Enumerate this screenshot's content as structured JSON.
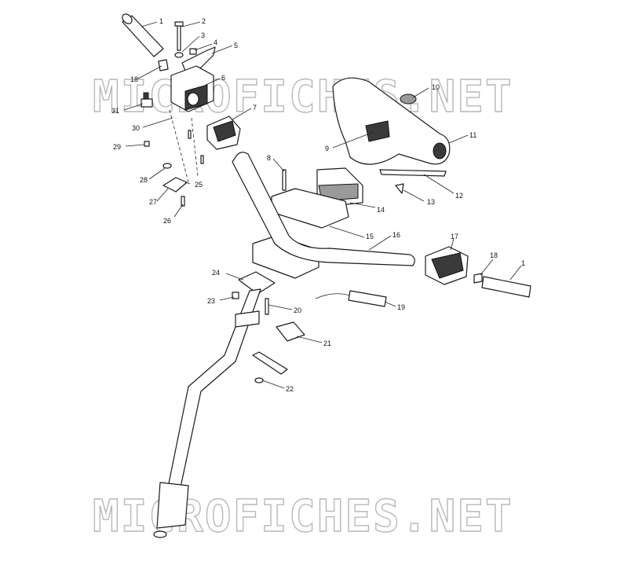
{
  "watermark": {
    "text": "MICROFICHES.NET"
  },
  "callouts": {
    "c1_top": "1",
    "c2": "2",
    "c3": "3",
    "c4": "4",
    "c5": "5",
    "c6": "6",
    "c7": "7",
    "c8": "8",
    "c9": "9",
    "c10": "10",
    "c11": "11",
    "c12": "12",
    "c13": "13",
    "c14": "14",
    "c15": "15",
    "c16": "16",
    "c17": "17",
    "c18_right": "18",
    "c1_right": "1",
    "c18_left": "18",
    "c19": "19",
    "c20": "20",
    "c21": "21",
    "c22": "22",
    "c23": "23",
    "c24": "24",
    "c25": "25",
    "c26": "26",
    "c27": "27",
    "c28": "28",
    "c29": "29",
    "c30": "30",
    "c31": "31"
  }
}
